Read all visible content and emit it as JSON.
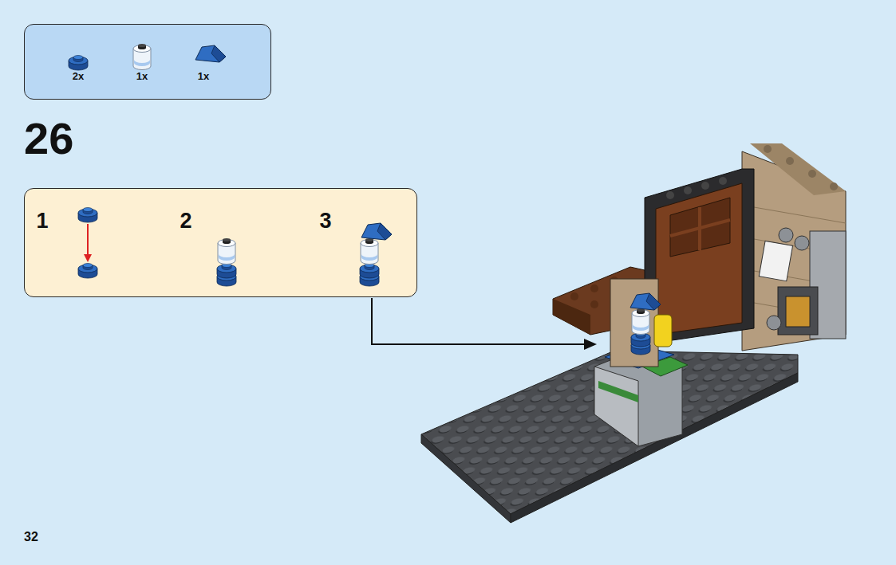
{
  "diagram": {
    "nodes": [
      {
        "text": [
          "2x",
          "1x",
          "1x"
        ]
      },
      {
        "text": [
          "1",
          "2",
          "3"
        ]
      }
    ],
    "labels": [
      "26",
      "32"
    ]
  }
}
